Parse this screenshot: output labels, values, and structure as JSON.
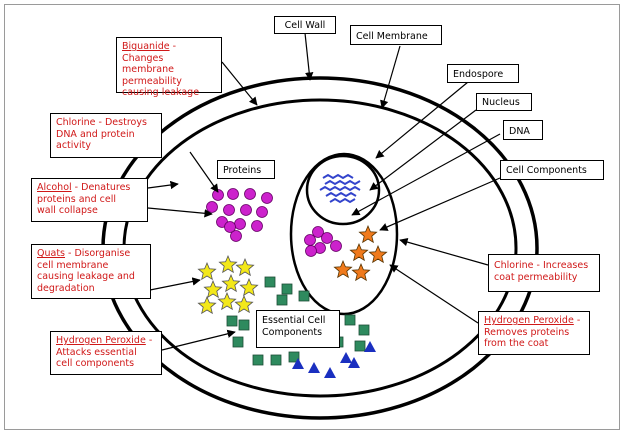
{
  "labels": {
    "cell_wall": "Cell Wall",
    "cell_membrane": "Cell Membrane",
    "endospore": "Endospore",
    "nucleus": "Nucleus",
    "dna": "DNA",
    "cell_components": "Cell Components",
    "proteins": "Proteins",
    "essential_line1": "Essential Cell",
    "essential_line2": "Components"
  },
  "agents": {
    "biguanide": {
      "name": "Biguanide",
      "sep": " - ",
      "l1": "Changes",
      "l2": "membrane",
      "l3": "permeability",
      "l4": "causing leakage"
    },
    "chlorine_dna": {
      "l1": "Chlorine - Destroys",
      "l2": "DNA and protein",
      "l3": "activity"
    },
    "alcohol": {
      "name": "Alcohol",
      "sep": " - ",
      "l1": "Denatures",
      "l2": "proteins and cell",
      "l3": "wall collapse"
    },
    "quats": {
      "name": "Quats",
      "sep": " - ",
      "l1": "Disorganise",
      "l2": "cell membrane",
      "l3": "causing leakage and",
      "l4": "degradation"
    },
    "hydrogen_essential": {
      "name": "Hydrogen Peroxide",
      "sep": " -",
      "l2": "Attacks essential",
      "l3": "cell components"
    },
    "chlorine_coat": {
      "l1": "Chlorine - Increases",
      "l2": "coat permeability"
    },
    "hydrogen_coat": {
      "name": "Hydrogen Peroxide",
      "sep": " -",
      "l2": "Removes proteins",
      "l3": "from the coat"
    }
  },
  "colors": {
    "agent_text": "#d01818",
    "protein": "#cc22cc",
    "star_yellow": "#f3e81a",
    "star_orange": "#f07a1c",
    "square_green": "#2e8a5e",
    "triangle_blue": "#1a2fc0",
    "dna": "#3344cc"
  }
}
